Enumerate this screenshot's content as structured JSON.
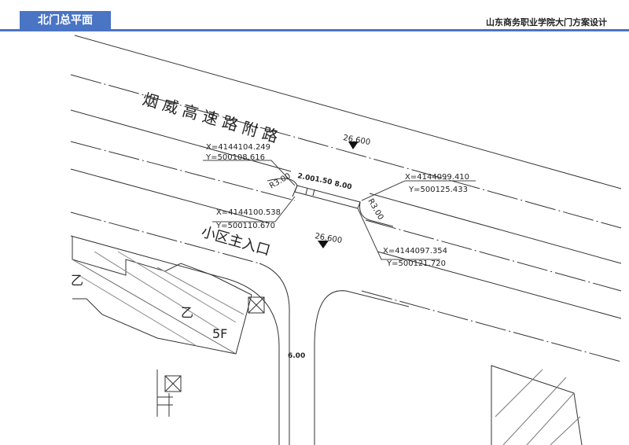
{
  "header": {
    "tab_label": "北门总平面",
    "project_title": "山东商务职业学院大门方案设计",
    "accent_color": "#4a74c4"
  },
  "plan": {
    "road_name": "烟 威 高 速 路 附 路",
    "entrance_name": "小区主入口",
    "elevations": [
      "26.600",
      "26.600"
    ],
    "coords": [
      {
        "x": "X=4144104.249",
        "y": "Y=500108.616"
      },
      {
        "x": "X=4144100.538",
        "y": "Y=500110.670"
      },
      {
        "x": "X=4144099.410",
        "y": "Y=500125.433"
      },
      {
        "x": "X=4144097.354",
        "y": "Y=500121.720"
      }
    ],
    "radii": [
      "R3.00",
      "R3.00"
    ],
    "dims": [
      "2.00",
      "1.50",
      "8.00",
      "6.00"
    ],
    "building_labels": [
      "乙",
      "乙",
      "5F"
    ]
  }
}
